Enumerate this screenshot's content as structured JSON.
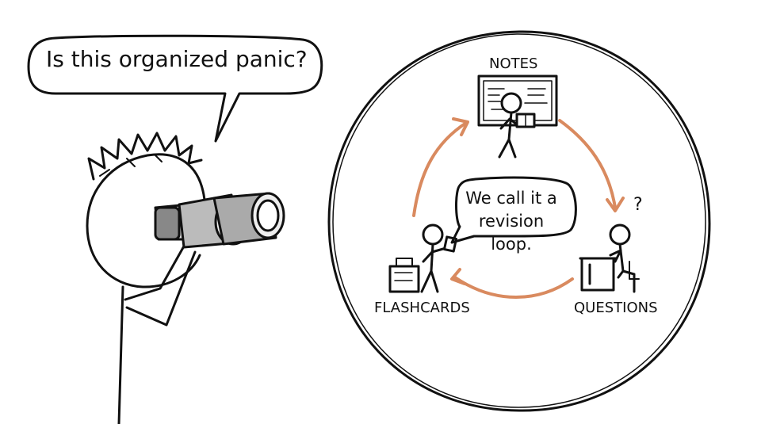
{
  "speech_left": {
    "text": "Is this organized panic?"
  },
  "speech_inner": {
    "line1": "We call it a",
    "line2": "revision loop."
  },
  "cycle": {
    "notes_label": "NOTES",
    "questions_label": "QUESTIONS",
    "flashcards_label": "FLASHCARDS",
    "question_mark": "?"
  },
  "colors": {
    "ink": "#111111",
    "arrow": "#d98a5f",
    "background": "#ffffff"
  }
}
